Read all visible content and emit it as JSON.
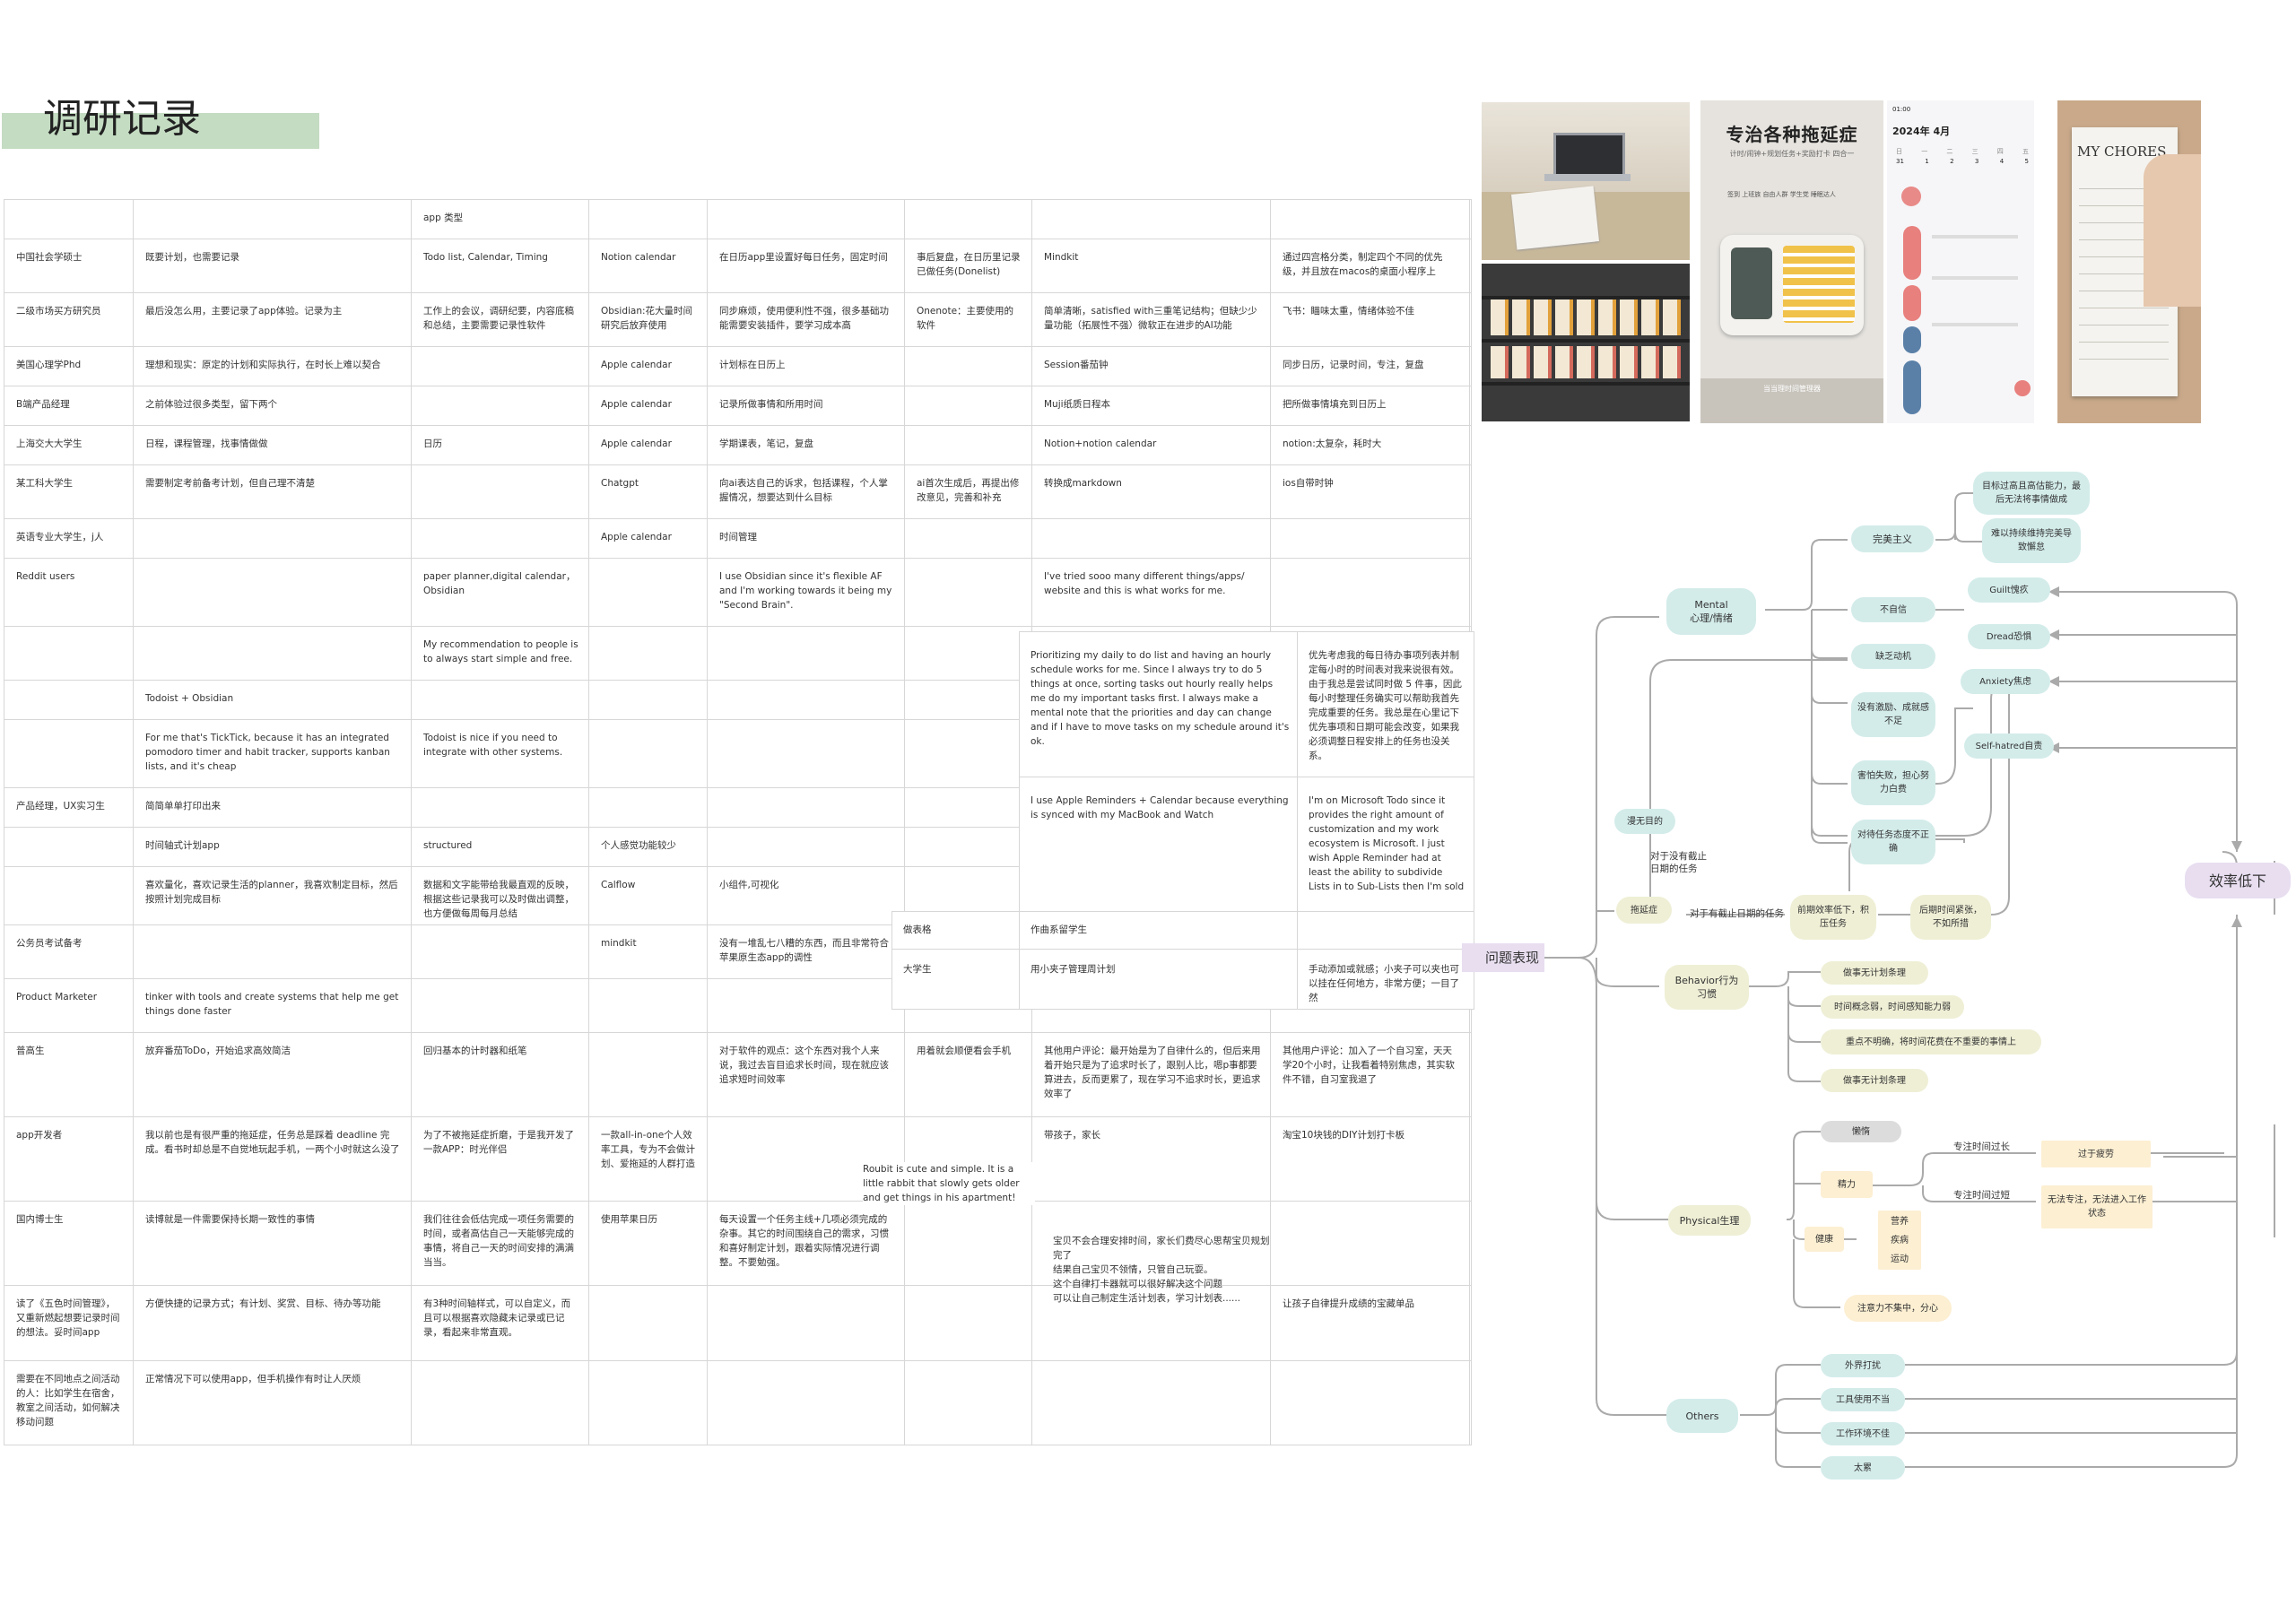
{
  "page": {
    "title": "调研记录"
  },
  "table": {
    "rows": [
      {
        "h": 44,
        "c": [
          "",
          "",
          "app 类型",
          "",
          "",
          "",
          "",
          "",
          ""
        ]
      },
      {
        "h": 60,
        "c": [
          "中国社会学硕士",
          "既要计划，也需要记录",
          "Todo list, Calendar, Timing",
          "Notion calendar",
          "在日历app里设置好每日任务，固定时间",
          "事后复盘，在日历里记录已做任务(Donelist)",
          "Mindkit",
          "通过四宫格分类，制定四个不同的优先级，并且放在macos的桌面小程序上",
          ""
        ]
      },
      {
        "h": 60,
        "c": [
          "二级市场买方研究员",
          "最后没怎么用，主要记录了app体验。记录为主",
          "工作上的会议，调研纪要，内容底稿和总结，主要需要记录性软件",
          "Obsidian:花大量时间研究后放弃使用",
          "同步麻烦，使用便利性不强，很多基础功能需要安装插件，要学习成本高",
          "Onenote：主要使用的软件",
          "简单清晰，satisfied with三重笔记结构；但缺少少量功能（拓展性不强）微软正在进步的AI功能",
          "飞书：瞄味太重，情绪体验不佳",
          ""
        ]
      },
      {
        "h": 44,
        "c": [
          "美国心理学Phd",
          "理想和现实：原定的计划和实际执行，在时长上难以契合",
          "",
          "Apple calendar",
          "计划标在日历上",
          "",
          "Session番茄钟",
          "同步日历，记录时间，专注，复盘",
          ""
        ]
      },
      {
        "h": 44,
        "c": [
          "B端产品经理",
          "之前体验过很多类型，留下两个",
          "",
          "Apple calendar",
          "记录所做事情和所用时间",
          "",
          "Muji纸质日程本",
          "把所做事情填充到日历上",
          ""
        ]
      },
      {
        "h": 44,
        "c": [
          "上海交大大学生",
          "日程，课程管理，找事情做做",
          "日历",
          "Apple calendar",
          "学期课表，笔记，复盘",
          "",
          "Notion+notion calendar",
          "notion:太复杂，耗时大",
          ""
        ]
      },
      {
        "h": 60,
        "c": [
          "某工科大学生",
          "需要制定考前备考计划，但自己理不清楚",
          "",
          "Chatgpt",
          "向ai表达自己的诉求，包括课程，个人掌握情况，想要达到什么目标",
          "ai首次生成后，再提出修改意见，完善和补充",
          "转换成markdown",
          "ios自带时钟",
          ""
        ]
      },
      {
        "h": 44,
        "c": [
          "英语专业大学生，j人",
          "",
          "",
          "Apple calendar",
          "时间管理",
          "",
          "",
          "",
          ""
        ]
      },
      {
        "h": 76,
        "c": [
          "Reddit users",
          "",
          "paper planner,digital calendar，Obsidian",
          "",
          " I use Obsidian since it's flexible AF and I'm working towards it being my \"Second Brain\".",
          "",
          " I've tried sooo many different things/apps/ website and this is what works for me.",
          "",
          ""
        ]
      },
      {
        "h": 60,
        "c": [
          "",
          "",
          "My recommendation to people is to always start simple and free.",
          "",
          "",
          "",
          "",
          "",
          ""
        ]
      },
      {
        "h": 44,
        "c": [
          "",
          "Todoist + Obsidian",
          "",
          "",
          "",
          "",
          "",
          "",
          ""
        ]
      },
      {
        "h": 76,
        "c": [
          "",
          " For me that's TickTick, because it has an integrated pomodoro timer and habit tracker, supports kanban lists, and it's cheap",
          "Todoist is nice if you need to integrate with other systems.",
          "",
          "",
          "",
          "",
          "",
          ""
        ]
      },
      {
        "h": 44,
        "c": [
          "产品经理，UX实习生",
          "简简单单打印出来",
          "",
          "",
          "",
          "",
          "",
          "",
          ""
        ]
      },
      {
        "h": 44,
        "c": [
          "",
          "时间轴式计划app",
          "structured",
          "个人感觉功能较少",
          "",
          "",
          "",
          "",
          ""
        ]
      },
      {
        "h": 60,
        "c": [
          "",
          "喜欢量化，喜欢记录生活的planner，我喜欢制定目标，然后按照计划完成目标",
          "数据和文字能带给我最直观的反映，根据这些记录我可以及时做出调整，也方便做每周每月总结",
          "Calflow",
          "小组件,可视化",
          "",
          "",
          "",
          ""
        ]
      },
      {
        "h": 60,
        "c": [
          "公务员考试备考",
          "",
          "",
          "mindkit",
          "没有一堆乱七八糟的东西，而且非常符合苹果原生态app的调性",
          "",
          "",
          "",
          ""
        ]
      },
      {
        "h": 60,
        "c": [
          "Product Marketer",
          "tinker with tools and create systems that help me get things done faster",
          "",
          "",
          "",
          "",
          "",
          "",
          ""
        ]
      },
      {
        "h": 94,
        "c": [
          "普高生",
          "放弃番茄ToDo，开始追求高效简洁",
          "回归基本的计时器和纸笔",
          "",
          "对于软件的观点：这个东西对我个人来说，我过去盲目追求长时间，现在就应该追求短时间效率",
          "用着就会顺便看会手机",
          "其他用户评论：最开始是为了自律什么的，但后来用着开始只是为了追求时长了，跟别人比，嗯p事都要算进去，反而更累了，现在学习不追求时长，更追求效率了",
          "其他用户评论：加入了一个自习室，天天学20个小时，让我看着特别焦虑，其实软件不错，自习室我退了",
          ""
        ]
      },
      {
        "h": 94,
        "c": [
          "app开发者",
          "我以前也是有很严重的拖延症，任务总是踩着 deadline 完成。看书时却总是不自觉地玩起手机，一两个小时就这么没了",
          "为了不被拖延症折磨，于是我开发了一款APP：时光伴侣",
          "一款all-in-one个人效率工具，专为不会做计划、爱拖延的人群打造",
          "",
          "",
          "带孩子，家长",
          "淘宝10块钱的DIY计划打卡板",
          ""
        ]
      },
      {
        "h": 94,
        "c": [
          "国内博士生",
          "读博就是一件需要保持长期一致性的事情",
          "我们往往会低估完成一项任务需要的时间，或者高估自己一天能够完成的事情，将自己一天的时间安排的满满当当。",
          "使用苹果日历",
          "每天设置一个任务主线+几项必须完成的杂事。其它的时间围绕自己的需求，习惯和喜好制定计划，跟着实际情况进行调整。不要勉强。",
          "",
          "",
          "",
          ""
        ]
      },
      {
        "h": 84,
        "c": [
          "读了《五色时间管理》，又重新燃起想要记录时间的想法。妥时间app",
          "方便快捷的记录方式；有计划、奖赏、目标、待办等功能",
          "有3种时间轴样式，可以自定义，而且可以根据喜欢隐藏未记录或已记录，看起来非常直观。",
          "",
          "",
          "",
          "",
          "让孩子自律提升成绩的宝藏单品",
          ""
        ]
      },
      {
        "h": 94,
        "c": [
          "需要在不同地点之间活动的人：比如学生在宿舍，教室之间活动，如何解决移动问题",
          "正常情况下可以使用app，但手机操作有时让人厌烦",
          "",
          "",
          "",
          "",
          "",
          "",
          ""
        ]
      }
    ]
  },
  "overlays": {
    "prioritizing": "Prioritizing my daily to do list and having an hourly schedule works for me. Since I always try to do 5 things at once, sorting tasks out hourly really helps me do my important tasks first. I always make a mental note that the priorities and day can change and if I have to move tasks on my schedule around it's ok.",
    "prioritizing_cn": "优先考虑我的每日待办事项列表并制定每小时的时间表对我来说很有效。由于我总是尝试同时做 5 件事，因此每小时整理任务确实可以帮助我首先完成重要的任务。我总是在心里记下优先事项和日期可能会改变，如果我必须调整日程安排上的任务也没关系。",
    "reminders": "I use Apple Reminders + Calendar because everything is synced with my MacBook and Watch",
    "ms_todo": "I'm on Microsoft Todo since it provides the right amount of customization and my work ecosystem is Microsoft. I just wish Apple Reminder had at least the ability to subdivide Lists in to Sub-Lists then I'm sold",
    "sub_hdr_a": "做表格",
    "sub_hdr_b": "作曲系留学生",
    "sub_row_a": "大学生",
    "sub_row_b": "用小夹子管理周计划",
    "sub_row_c": "手动添加或就感；小夹子可以夹也可以挂在任何地方，非常方便；一目了然",
    "roubit": "Roubit is cute and simple. It is a little rabbit that slowly gets older and get things in his apartment!",
    "baby": "宝贝不会合理安排时间，家长们费尽心思帮宝贝规划完了\n结果自己宝贝不领情，只管自己玩耍。\n这个自律打卡器就可以很好解决这个问题\n可以让自己制定生活计划表，学习计划表......"
  },
  "photos": {
    "poster_title": "专治各种拖延症",
    "poster_sub": "计时/闹钟+规划任务+奖励打卡 四合一",
    "poster_bottom": "当当理时间管理器",
    "poster_labels": [
      "签到",
      "上班族",
      "自由人群",
      "学生党",
      "睡眠达人"
    ],
    "phone_time": "01:00",
    "phone_date": "2024年 4月",
    "phone_days": [
      "日",
      "一",
      "二",
      "三",
      "四",
      "五"
    ],
    "phone_nums": [
      "31",
      "1",
      "2",
      "3",
      "4",
      "5"
    ],
    "chores_title": "MY CHORES"
  },
  "mindmap": {
    "root_partial": "问题表现",
    "result": "效率低下",
    "mental": "Mental\n心理/情绪",
    "behavior": "Behavior行为\n习惯",
    "physical": "Physical生理",
    "others": "Others",
    "perfectionism": "完美主义",
    "goal_high": "目标过高且高估能力，最后无法将事情做成",
    "insist": "难以持续维持完美导致懈怠",
    "guilt": "Guilt愧疚",
    "no_confidence": "不自信",
    "dread": "Dread恐惧",
    "no_motivation": "缺乏动机",
    "anxiety": "Anxiety焦虑",
    "no_reward": "没有激励、成就感不足",
    "self_hatred": "Self-hatred自责",
    "fear_failure": "害怕失败，担心努力白费",
    "wrong_attitude": "对待任务态度不正确",
    "aimless": "漫无目的",
    "no_deadline_task": "对于没有截止日期的任务",
    "procrastination": "拖延症",
    "deadline_task": "对于有截止日期的任务",
    "early_low": "前期效率低下，积压任务",
    "late_nervous": "后期时间紧张，不如所措",
    "beh_1": "做事无计划条理",
    "beh_2": "时间概念弱，时间感知能力弱",
    "beh_3": "重点不明确，将时间花费在不重要的事情上",
    "beh_4": "做事无计划条理",
    "lazy": "懒惰",
    "energy": "精力",
    "focus_long": "专注时间过长",
    "tired": "过于疲劳",
    "focus_short": "专注时间过短",
    "cant_focus": "无法专注，无法进入工作状态",
    "health": "健康",
    "health_items": [
      "营养",
      "疾病",
      "运动"
    ],
    "distract": "注意力不集中，分心",
    "out_1": "外界打扰",
    "out_2": "工具使用不当",
    "out_3": "工作环境不佳",
    "out_4": "太累"
  },
  "colors": {
    "accent_green": "#c4dcc2",
    "teal": "#d3ecea",
    "cream": "#efefd6",
    "lavender": "#e8def0",
    "peach": "#fcefd2",
    "line": "#aaaaaa"
  }
}
